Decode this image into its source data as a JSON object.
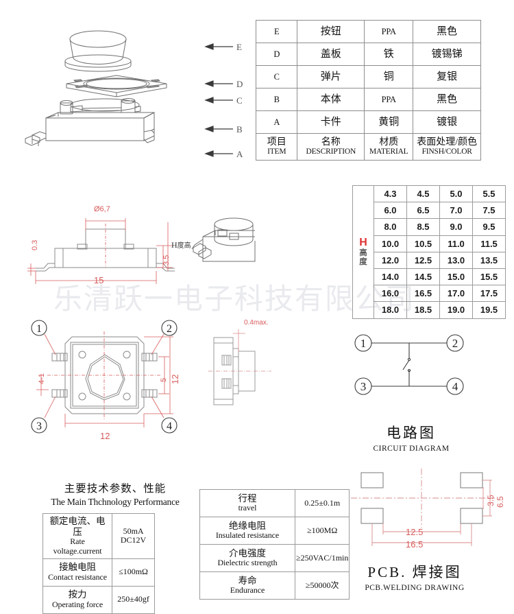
{
  "bom_table": {
    "rows": [
      {
        "item": "E",
        "desc": "按钮",
        "material": "PPA",
        "finish": "黑色"
      },
      {
        "item": "D",
        "desc": "盖板",
        "material": "铁",
        "finish": "镀锡锑"
      },
      {
        "item": "C",
        "desc": "弹片",
        "material": "铜",
        "finish": "复银"
      },
      {
        "item": "B",
        "desc": "本体",
        "material": "PPA",
        "finish": "黑色"
      },
      {
        "item": "A",
        "desc": "卡件",
        "material": "黄铜",
        "finish": "镀银"
      }
    ],
    "header": {
      "item_cn": "项目",
      "item_en": "ITEM",
      "desc_cn": "名称",
      "desc_en": "DESCRIPTION",
      "material_cn": "材质",
      "material_en": "MATERIAL",
      "finish_cn": "表面处理/颜色",
      "finish_en": "FINSH/COLOR"
    }
  },
  "height_table": {
    "label_symbol": "H",
    "label_cn_1": "高",
    "label_cn_2": "度",
    "values": [
      [
        "4.3",
        "4.5",
        "5.0",
        "5.5"
      ],
      [
        "6.0",
        "6.5",
        "7.0",
        "7.5"
      ],
      [
        "8.0",
        "8.5",
        "9.0",
        "9.5"
      ],
      [
        "10.0",
        "10.5",
        "11.0",
        "11.5"
      ],
      [
        "12.0",
        "12.5",
        "13.0",
        "13.5"
      ],
      [
        "14.0",
        "14.5",
        "15.0",
        "15.5"
      ],
      [
        "16.0",
        "16.5",
        "17.0",
        "17.5"
      ],
      [
        "18.0",
        "18.5",
        "19.0",
        "19.5"
      ]
    ]
  },
  "exploded_view": {
    "labels": [
      "E",
      "D",
      "C",
      "B",
      "A"
    ]
  },
  "front_view": {
    "dim_diameter": "Ø6,7",
    "dim_lead_thickness": "0.3",
    "dim_body_height": "3.5",
    "dim_width": "15",
    "dim_h_symbol": "H",
    "dim_h_cn": "度高"
  },
  "bottom_view": {
    "pin_numbers": [
      "1",
      "2",
      "3",
      "4"
    ],
    "dim_pin": "4-1",
    "dim_width": "12",
    "dim_height": "12",
    "dim_pin_span": "5"
  },
  "side_view": {
    "dim_thickness": "0.4max."
  },
  "circuit_diagram": {
    "terminals": [
      "1",
      "2",
      "3",
      "4"
    ],
    "title_cn": "电路图",
    "title_en": "CIRCUIT DIAGRAM"
  },
  "pcb_drawing": {
    "title_cn": "PCB. 焊接图",
    "title_en": "PCB.WELDING DRAWING",
    "dim_outer_width": "16.5",
    "dim_inner_width": "12.5",
    "dim_outer_height": "6.5",
    "dim_inner_height": "3.5"
  },
  "spec_header": {
    "cn": "主要技术参数、性能",
    "en": "The Main Thchnology Performance"
  },
  "spec_left": {
    "rows": [
      {
        "cn": "额定电流、电压",
        "en": "Rate voltage.current",
        "value": "50mA DC12V"
      },
      {
        "cn": "接触电阻",
        "en": "Contact resistance",
        "value": "≤100mΩ"
      },
      {
        "cn": "按力",
        "en": "Operating force",
        "value": "250±40gf"
      }
    ]
  },
  "spec_right": {
    "rows": [
      {
        "cn": "行程",
        "en": "travel",
        "value": "0.25±0.1m"
      },
      {
        "cn": "绝缘电阻",
        "en": "Insulated resistance",
        "value": "≥100MΩ"
      },
      {
        "cn": "介电强度",
        "en": "Dielectric strength",
        "value": "≥250VAC/1min"
      },
      {
        "cn": "寿命",
        "en": "Endurance",
        "value": "≥50000次"
      }
    ]
  },
  "watermark": {
    "text": "乐清跃一电子科技有限公司"
  },
  "colors": {
    "dimension_red": "#d85a5a",
    "line_gray": "#808080",
    "header_red": "#e03030"
  }
}
